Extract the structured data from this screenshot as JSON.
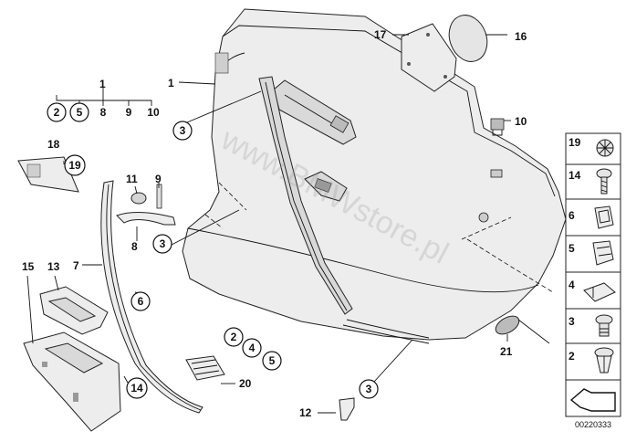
{
  "diagram_code": "00220333",
  "watermark": "www.BMWstore.pl",
  "callouts": {
    "c1_top": "1",
    "c2": "2",
    "c5": "5",
    "c8": "8",
    "c9": "9",
    "c10": "10",
    "c1_door": "1",
    "c3_upper": "3",
    "c17": "17",
    "c16": "16",
    "c10_clip": "10",
    "c18": "18",
    "c19": "19",
    "c11": "11",
    "c9_pin": "9",
    "c8_handle": "8",
    "c7": "7",
    "c15": "15",
    "c13": "13",
    "c6": "6",
    "c3_mid": "3",
    "c2_low": "2",
    "c4_low": "4",
    "c5_low": "5",
    "c20": "20",
    "c14": "14",
    "c12": "12",
    "c3_low": "3",
    "c21": "21"
  },
  "legend": [
    {
      "num": "19",
      "icon": "rosette-clip-icon"
    },
    {
      "num": "14",
      "icon": "screw-icon"
    },
    {
      "num": "6",
      "icon": "bracket-clip-icon"
    },
    {
      "num": "5",
      "icon": "spring-clip-icon"
    },
    {
      "num": "4",
      "icon": "flat-clip-icon"
    },
    {
      "num": "3",
      "icon": "button-clip-icon"
    },
    {
      "num": "2",
      "icon": "expansion-rivet-icon"
    }
  ]
}
